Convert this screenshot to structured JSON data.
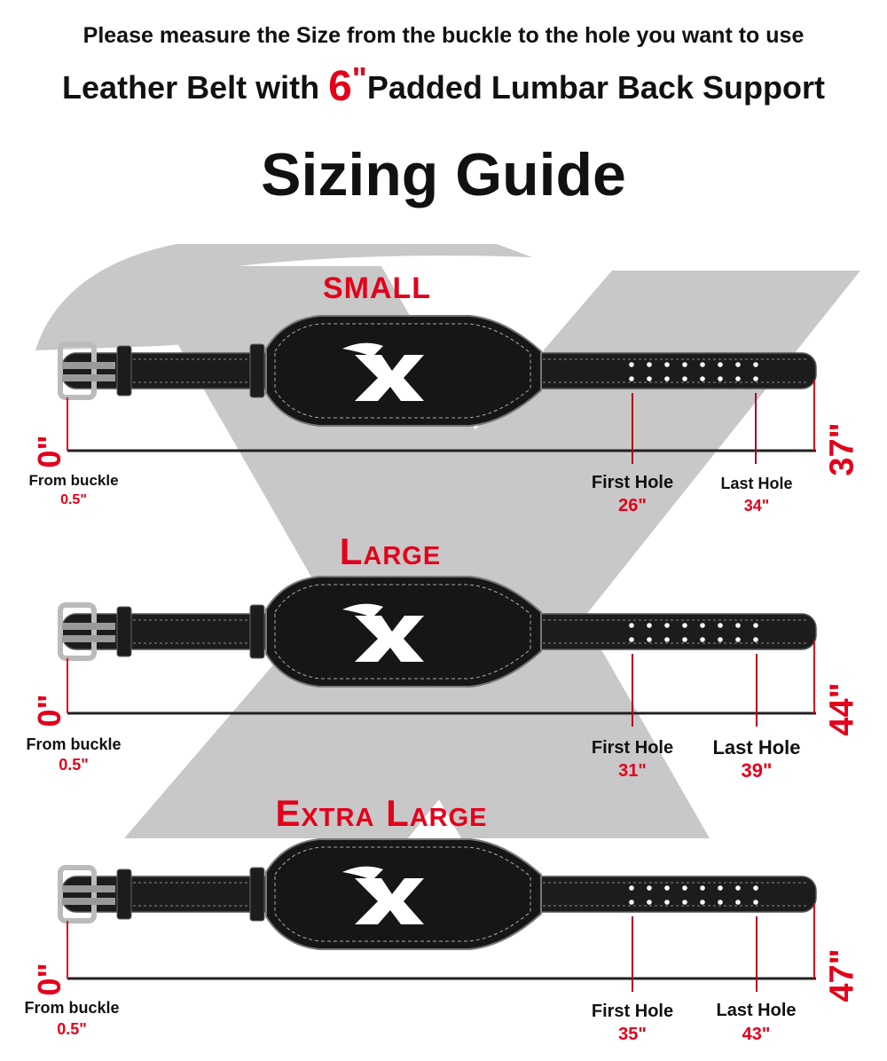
{
  "header": {
    "line1": "Please measure the Size from the buckle to the hole you want to use",
    "line2_before": "Leather Belt with ",
    "line2_number": "6",
    "line2_quote": "\"",
    "line2_after": "Padded Lumbar Back Support",
    "title": "Sizing Guide"
  },
  "belt_logo_letter": "X",
  "sizes": [
    {
      "name": "SMALL",
      "zero_label": "0\"",
      "from_buckle_label": "From buckle",
      "from_buckle_value": "0.5\"",
      "first_hole_label": "First Hole",
      "first_hole_value": "26\"",
      "last_hole_label": "Last Hole",
      "last_hole_value": "34\"",
      "total_length": "37\""
    },
    {
      "name": "Large",
      "zero_label": "0\"",
      "from_buckle_label": "From buckle",
      "from_buckle_value": "0.5\"",
      "first_hole_label": "First Hole",
      "first_hole_value": "31\"",
      "last_hole_label": "Last Hole",
      "last_hole_value": "39\"",
      "total_length": "44\""
    },
    {
      "name": "Extra Large",
      "zero_label": "0\"",
      "from_buckle_label": "From buckle",
      "from_buckle_value": "0.5\"",
      "first_hole_label": "First Hole",
      "first_hole_value": "35\"",
      "last_hole_label": "Last Hole",
      "last_hole_value": "43\"",
      "total_length": "47\""
    }
  ],
  "colors": {
    "accent": "#e3001b",
    "text": "#111111",
    "watermark": "#c8c8c8",
    "leather": "#1c1c1c"
  }
}
